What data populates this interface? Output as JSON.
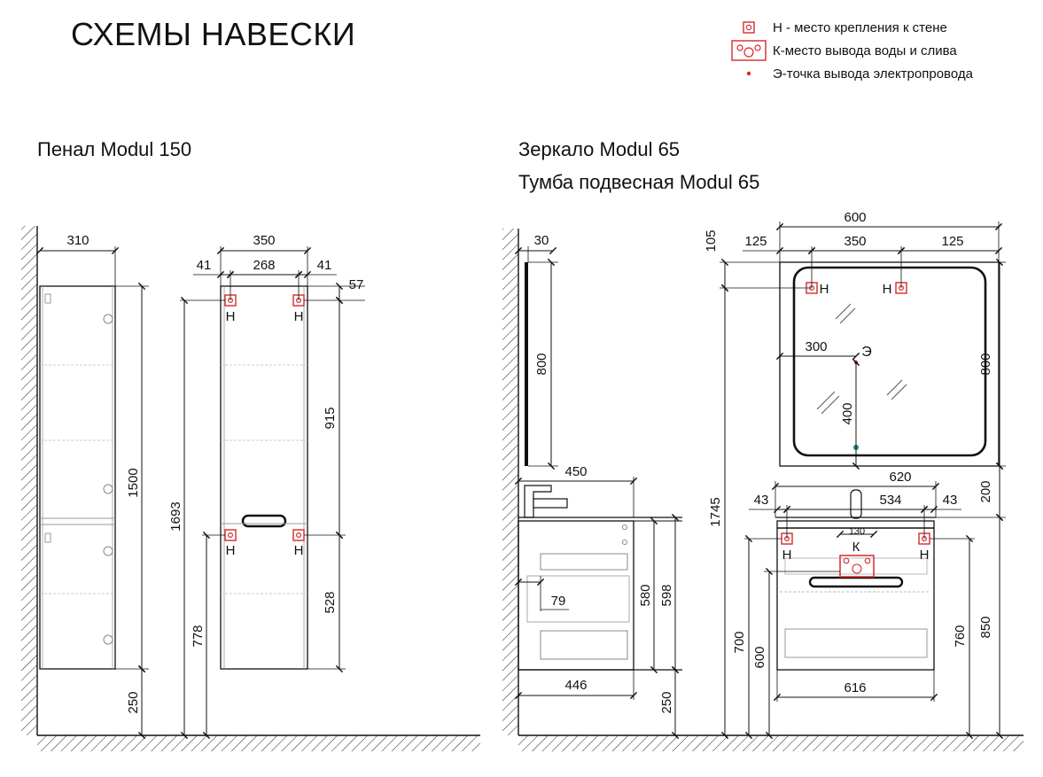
{
  "page": {
    "title": "СХЕМЫ НАВЕСКИ"
  },
  "legend": {
    "items": [
      {
        "icon": "mount-point-icon",
        "text": "Н - место крепления к стене"
      },
      {
        "icon": "water-outlet-icon",
        "text": "К-место вывода воды и слива"
      },
      {
        "icon": "electric-point-icon",
        "text": "Э-точка вывода электропровода"
      }
    ]
  },
  "sections": {
    "left_title": "Пенал Modul 150",
    "right_title_1": "Зеркало Modul 65",
    "right_title_2": "Тумба подвесная Modul 65"
  },
  "colors": {
    "accent": "#d42a2a",
    "line": "#111111",
    "muted": "#777777",
    "led": "#1f8a8a"
  },
  "markers": {
    "mount": "Н",
    "water": "К",
    "electric": "Э"
  },
  "penal_side": {
    "width": "310",
    "height": "1500",
    "floor": "250"
  },
  "penal_front": {
    "width": "350",
    "left_offset": "41",
    "center": "268",
    "right_offset": "41",
    "top_offset": "57",
    "upper_span": "915",
    "lower_span": "528",
    "total_height": "1693",
    "lower_height": "778"
  },
  "mirror_side": {
    "depth": "30",
    "height": "800"
  },
  "cabinet_side": {
    "top_depth": "450",
    "bottom_depth": "446",
    "offset": "79",
    "h1": "580",
    "h2": "598",
    "floor": "250"
  },
  "mirror_front": {
    "width": "600",
    "left": "125",
    "center": "350",
    "right": "125",
    "top": "105",
    "height": "800",
    "elec_x": "300",
    "elec_y": "400",
    "total": "1745"
  },
  "cabinet_front": {
    "top_width": "620",
    "left": "43",
    "center": "534",
    "right": "43",
    "hole": "130",
    "gap": "200",
    "bottom_width": "616",
    "h700": "700",
    "h600": "600",
    "h760": "760",
    "h850": "850"
  }
}
